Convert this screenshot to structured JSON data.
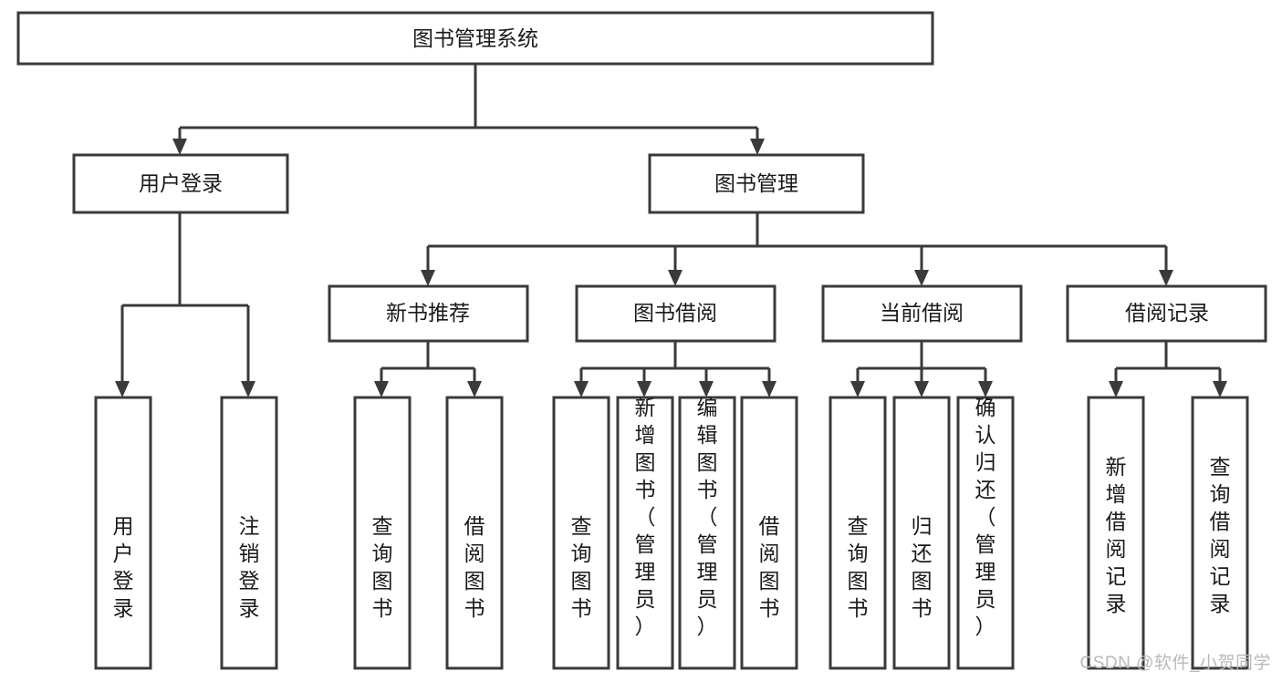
{
  "diagram": {
    "type": "tree-hierarchy",
    "title": "图书管理系统",
    "orientation": "top-down",
    "colors": {
      "box_fill": "#ffffff",
      "box_stroke": "#3a3a3a",
      "text": "#1a1a1a",
      "watermark": "#b9b9b9",
      "background": "#ffffff"
    },
    "root": {
      "label": "图书管理系统",
      "level": 1
    },
    "level2": [
      {
        "label": "用户登录"
      },
      {
        "label": "图书管理"
      }
    ],
    "level3": [
      {
        "label": "新书推荐",
        "parent": "图书管理"
      },
      {
        "label": "图书借阅",
        "parent": "图书管理"
      },
      {
        "label": "当前借阅",
        "parent": "图书管理"
      },
      {
        "label": "借阅记录",
        "parent": "图书管理"
      }
    ],
    "leaves": {
      "用户登录": [
        "用户登录",
        "注销登录"
      ],
      "新书推荐": [
        "查询图书",
        "借阅图书"
      ],
      "图书借阅": [
        "查询图书",
        "新增图书（管理员）",
        "编辑图书（管理员）",
        "借阅图书"
      ],
      "当前借阅": [
        "查询图书",
        "归还图书",
        "确认归还（管理员）"
      ],
      "借阅记录": [
        "新增借阅记录",
        "查询借阅记录"
      ]
    },
    "nodes": {
      "root": {
        "label": "图书管理系统"
      },
      "user_login": {
        "label": "用户登录"
      },
      "book_manage": {
        "label": "图书管理"
      },
      "new_book_rec": {
        "label": "新书推荐"
      },
      "book_borrow": {
        "label": "图书借阅"
      },
      "current_borrow": {
        "label": "当前借阅"
      },
      "borrow_record": {
        "label": "借阅记录"
      },
      "leaf_user_login": {
        "label": "用户登录"
      },
      "leaf_logout": {
        "label": "注销登录"
      },
      "leaf_nbr_query": {
        "label": "查询图书"
      },
      "leaf_nbr_borrow": {
        "label": "借阅图书"
      },
      "leaf_bb_query": {
        "label": "查询图书"
      },
      "leaf_bb_add": {
        "label": "新增图书（管理员）"
      },
      "leaf_bb_edit": {
        "label": "编辑图书（管理员）"
      },
      "leaf_bb_borrow": {
        "label": "借阅图书"
      },
      "leaf_cb_query": {
        "label": "查询图书"
      },
      "leaf_cb_return": {
        "label": "归还图书"
      },
      "leaf_cb_confirm": {
        "label": "确认归还（管理员）"
      },
      "leaf_br_add": {
        "label": "新增借阅记录"
      },
      "leaf_br_query": {
        "label": "查询借阅记录"
      }
    }
  },
  "watermark": {
    "text": "CSDN @软件_小贺同学"
  }
}
